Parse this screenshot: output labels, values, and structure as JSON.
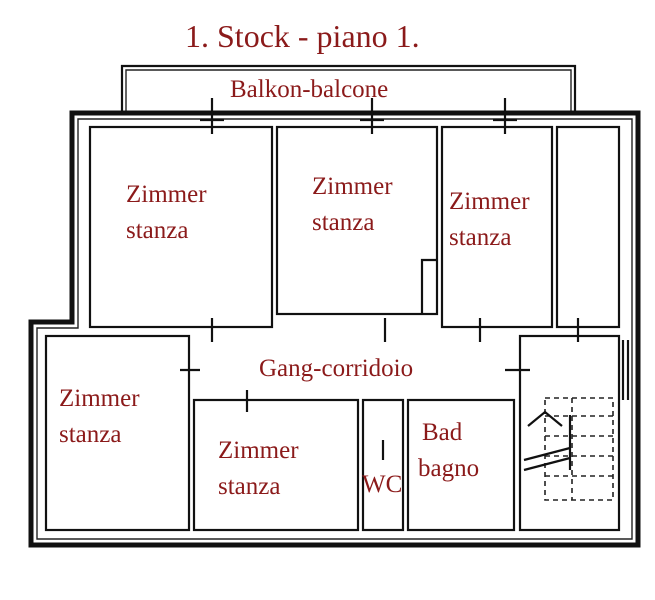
{
  "title": "1. Stock - piano 1.",
  "rooms": [
    {
      "id": "balcony",
      "label": "Balkon-balcone"
    },
    {
      "id": "room1",
      "line1": "Zimmer",
      "line2": "stanza"
    },
    {
      "id": "room2",
      "line1": "Zimmer",
      "line2": "stanza"
    },
    {
      "id": "room3",
      "line1": "Zimmer",
      "line2": "stanza"
    },
    {
      "id": "corridor",
      "label": "Gang-corridoio"
    },
    {
      "id": "room4",
      "line1": "Zimmer",
      "line2": "stanza"
    },
    {
      "id": "room5",
      "line1": "Zimmer",
      "line2": "stanza"
    },
    {
      "id": "wc",
      "label": "WC"
    },
    {
      "id": "bath",
      "line1": "Bad",
      "line2": "bagno"
    }
  ],
  "colors": {
    "label": "#8b1a1a",
    "wall": "#111111"
  }
}
